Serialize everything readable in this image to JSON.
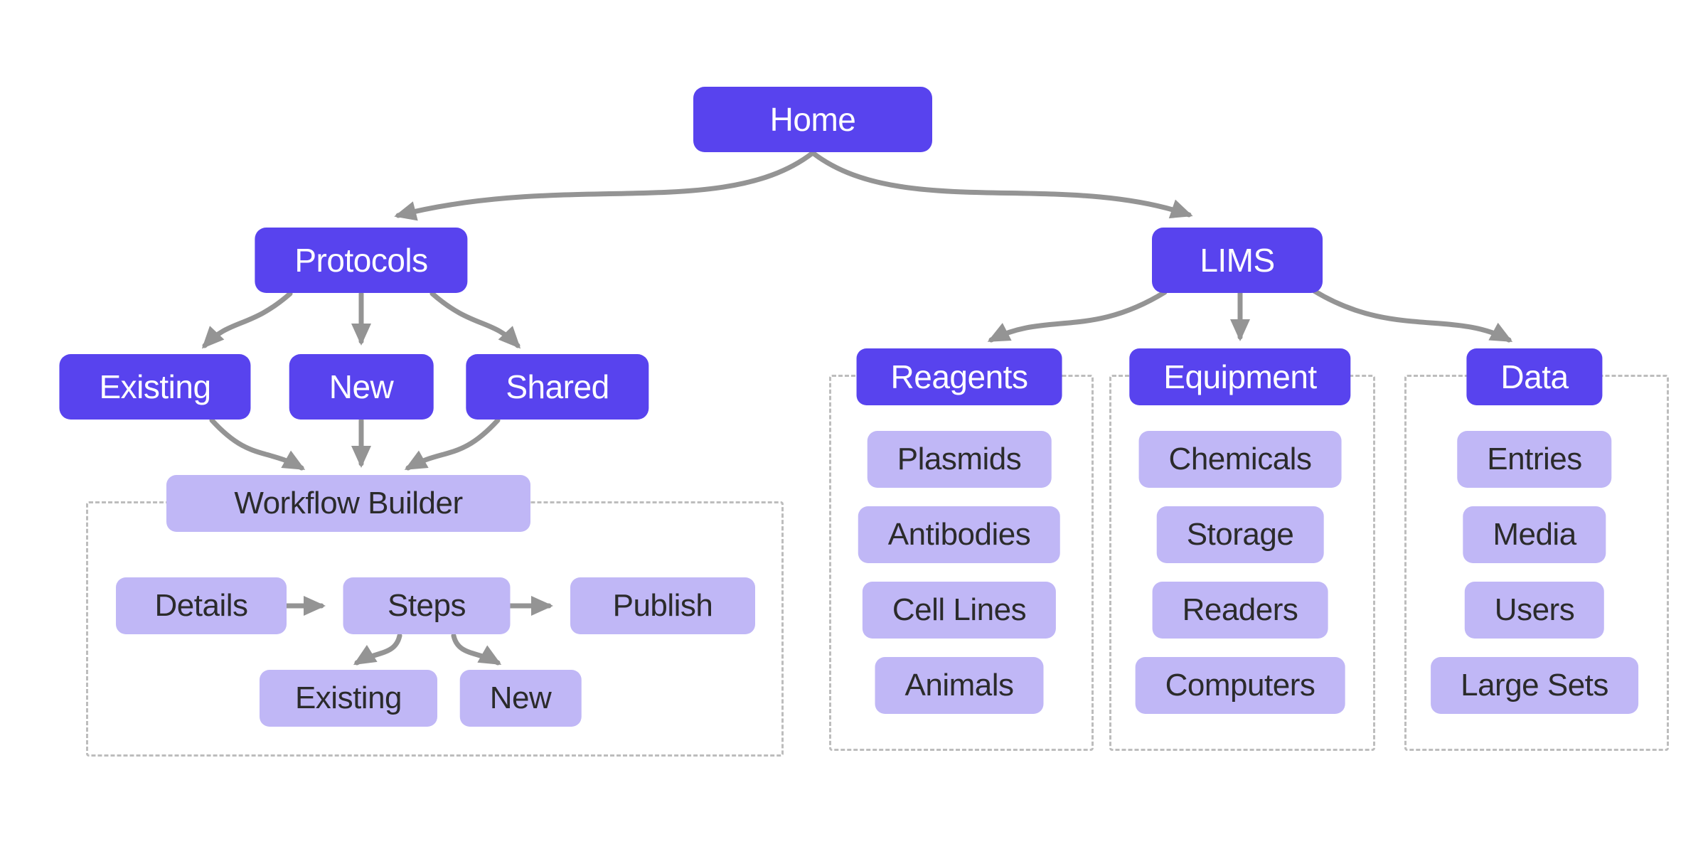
{
  "colors": {
    "primary": "#5843ee",
    "secondary": "#c0b7f6",
    "arrow": "#949494",
    "dashed_border": "#bdbdbd",
    "text_dark": "#2b2b2b",
    "text_light": "#ffffff"
  },
  "nodes": {
    "home": "Home",
    "protocols": "Protocols",
    "lims": "LIMS",
    "protocols_children": {
      "existing": "Existing",
      "new": "New",
      "shared": "Shared"
    }
  },
  "workflow_builder": {
    "title": "Workflow Builder",
    "flow": [
      "Details",
      "Steps",
      "Publish"
    ],
    "step_children": [
      "Existing",
      "New"
    ]
  },
  "lims_sections": [
    {
      "title": "Reagents",
      "items": [
        "Plasmids",
        "Antibodies",
        "Cell Lines",
        "Animals"
      ]
    },
    {
      "title": "Equipment",
      "items": [
        "Chemicals",
        "Storage",
        "Readers",
        "Computers"
      ]
    },
    {
      "title": "Data",
      "items": [
        "Entries",
        "Media",
        "Users",
        "Large Sets"
      ]
    }
  ]
}
